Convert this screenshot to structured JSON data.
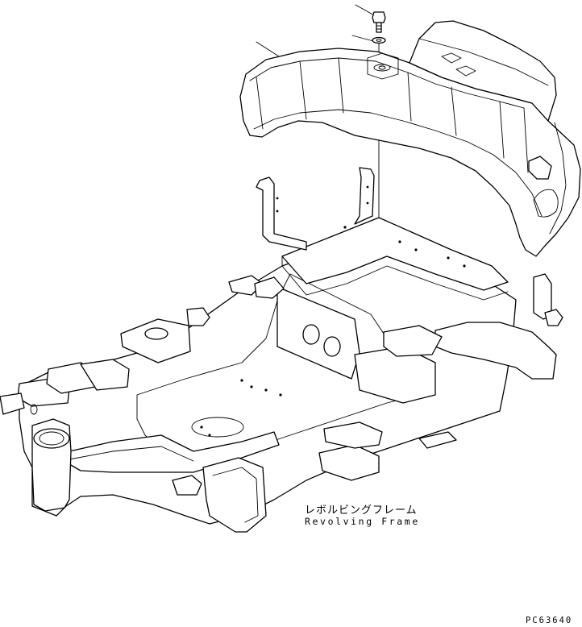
{
  "part_label": {
    "japanese": "レボルビングフレーム",
    "english": "Revolving Frame"
  },
  "drawing_number": "PC63640",
  "parts": [
    {
      "name": "bolt",
      "icon": "bolt-icon"
    },
    {
      "name": "washer",
      "icon": "washer-icon"
    },
    {
      "name": "counterweight",
      "icon": "counterweight-icon"
    },
    {
      "name": "revolving frame",
      "icon": "revolving-frame-icon"
    }
  ],
  "colors": {
    "line": "#000000",
    "background": "#ffffff"
  }
}
